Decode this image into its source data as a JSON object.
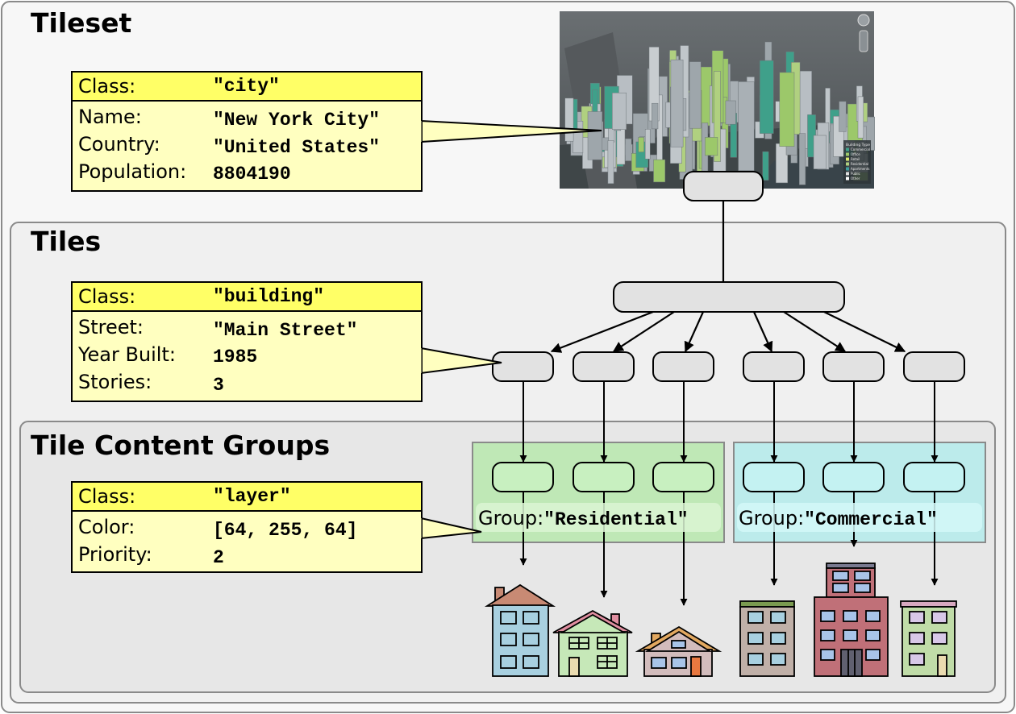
{
  "sections": {
    "tileset": "Tileset",
    "tiles": "Tiles",
    "groups": "Tile Content Groups"
  },
  "tileset_box": {
    "class_label": "Class:",
    "class_value": "\"city\"",
    "rows": [
      {
        "label": "Name:",
        "value": "\"New York City\""
      },
      {
        "label": "Country:",
        "value": "\"United States\""
      },
      {
        "label": "Population:",
        "value": "8804190"
      }
    ]
  },
  "tiles_box": {
    "class_label": "Class:",
    "class_value": "\"building\"",
    "rows": [
      {
        "label": "Street:",
        "value": "\"Main Street\""
      },
      {
        "label": "Year Built:",
        "value": "1985"
      },
      {
        "label": "Stories:",
        "value": "3"
      }
    ]
  },
  "groups_box": {
    "class_label": "Class:",
    "class_value": "\"layer\"",
    "rows": [
      {
        "label": "Color:",
        "value": "[64, 255, 64]"
      },
      {
        "label": "Priority:",
        "value": "2"
      }
    ]
  },
  "group_residential": {
    "prefix": "Group:",
    "name": "\"Residential\""
  },
  "group_commercial": {
    "prefix": "Group:",
    "name": "\"Commercial\""
  },
  "map_legend": {
    "title": "Building Type",
    "items": [
      "Commercial",
      "Office",
      "Retail",
      "Residential",
      "Apartments",
      "Public",
      "Other"
    ]
  },
  "colors": {
    "box_fill": "#ffffc0",
    "box_header": "#ffff66",
    "residential_fill": "#c8ecc0",
    "commercial_fill": "#c4eeee",
    "node_fill": "#e2e2e2"
  }
}
